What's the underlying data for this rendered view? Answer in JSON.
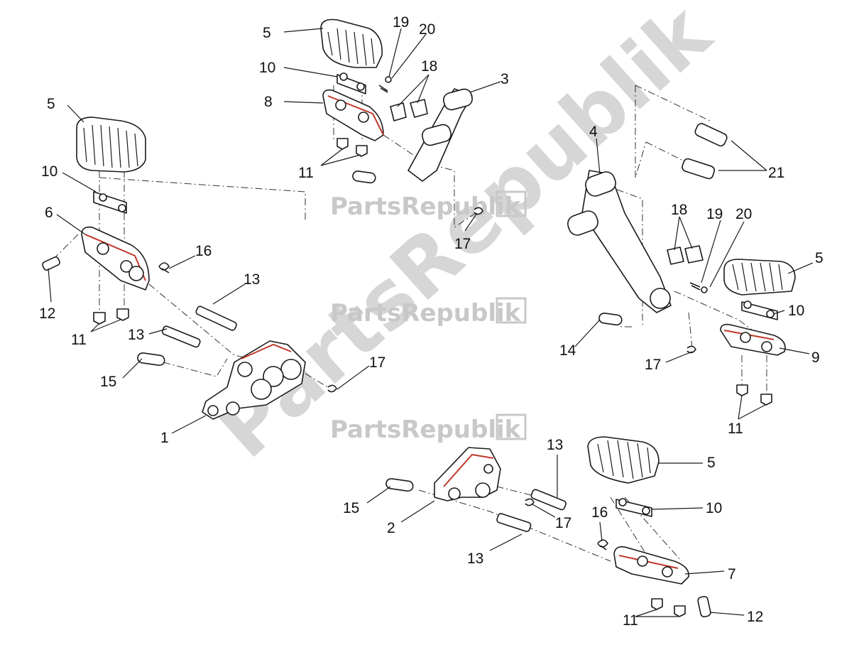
{
  "watermark": {
    "text": "PartsRepublik",
    "diagonal_text": "PartsRepublik",
    "color": "#c8c8c8"
  },
  "callouts": {
    "c1": "1",
    "c2": "2",
    "c3": "3",
    "c4": "4",
    "c5a": "5",
    "c5b": "5",
    "c5c": "5",
    "c5d": "5",
    "c6": "6",
    "c7": "7",
    "c8": "8",
    "c9": "9",
    "c10a": "10",
    "c10b": "10",
    "c10c": "10",
    "c10d": "10",
    "c11a": "11",
    "c11b": "11",
    "c11c": "11",
    "c11d": "11",
    "c12a": "12",
    "c12b": "12",
    "c13a": "13",
    "c13b": "13",
    "c13c": "13",
    "c13d": "13",
    "c14": "14",
    "c15a": "15",
    "c15b": "15",
    "c16a": "16",
    "c16b": "16",
    "c17a": "17",
    "c17b": "17",
    "c17c": "17",
    "c17d": "17",
    "c18a": "18",
    "c18b": "18",
    "c19a": "19",
    "c19b": "19",
    "c20a": "20",
    "c20b": "20",
    "c21": "21"
  },
  "colors": {
    "line": "#1a1a1a",
    "accent": "#c0392b",
    "watermark": "#c8c8c8"
  }
}
